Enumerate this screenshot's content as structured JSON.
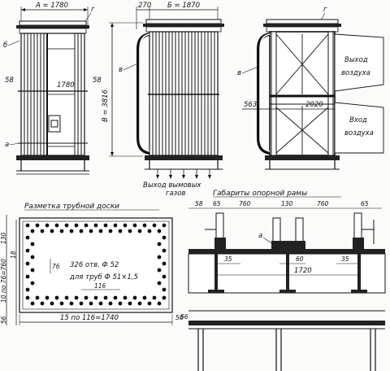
{
  "top": {
    "front_width": "A = 1780",
    "side_offset": "270",
    "side_width": "Б = 1870",
    "height": "В = 3816",
    "mark_g_1": "г",
    "mark_b": "б",
    "mark_v_1": "в",
    "mark_a_1": "а",
    "mark_g_2": "г",
    "mark_v_2": "в",
    "dim_58_left": "58",
    "dim_1780_inner": "1780",
    "dim_58_right": "58",
    "dim_563": "563",
    "dim_2020": "2020",
    "air_out": [
      "Выход",
      "воздуха"
    ],
    "air_in": [
      "Вход",
      "воздуха"
    ],
    "gas_out": [
      "Выход вымовых",
      "газов"
    ]
  },
  "tube_sheet": {
    "title": "Разметка трубной доски",
    "left_dims": [
      "130",
      "10 по 76=760",
      "18",
      "56"
    ],
    "dim_76": "76",
    "dim_116": "116",
    "holes_lines": [
      "326 отв. Ф 52",
      "для труб Ф 51×1,5"
    ],
    "bottom_dim": "15 по 116=1740",
    "dim_56_bottom": "56"
  },
  "frame": {
    "title": "Габариты опорной рамы",
    "top_dims": [
      "58",
      "65",
      "760",
      "130",
      "760",
      "65"
    ],
    "mark_a": "а",
    "dim_35_left": "35",
    "dim_60": "60",
    "dim_35_right": "35",
    "dim_1720": "1720",
    "dim_56": "56"
  }
}
